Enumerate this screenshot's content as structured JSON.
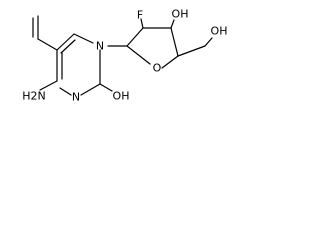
{
  "molecule": {
    "atoms": {
      "N1": "N",
      "NH2": "H2N",
      "NH": "N",
      "OH2": "OH",
      "F": "F",
      "OH3": "OH",
      "O_ring": "O",
      "OH5": "OH"
    },
    "colors": {
      "bond": "#000000",
      "label": "#000000"
    }
  }
}
